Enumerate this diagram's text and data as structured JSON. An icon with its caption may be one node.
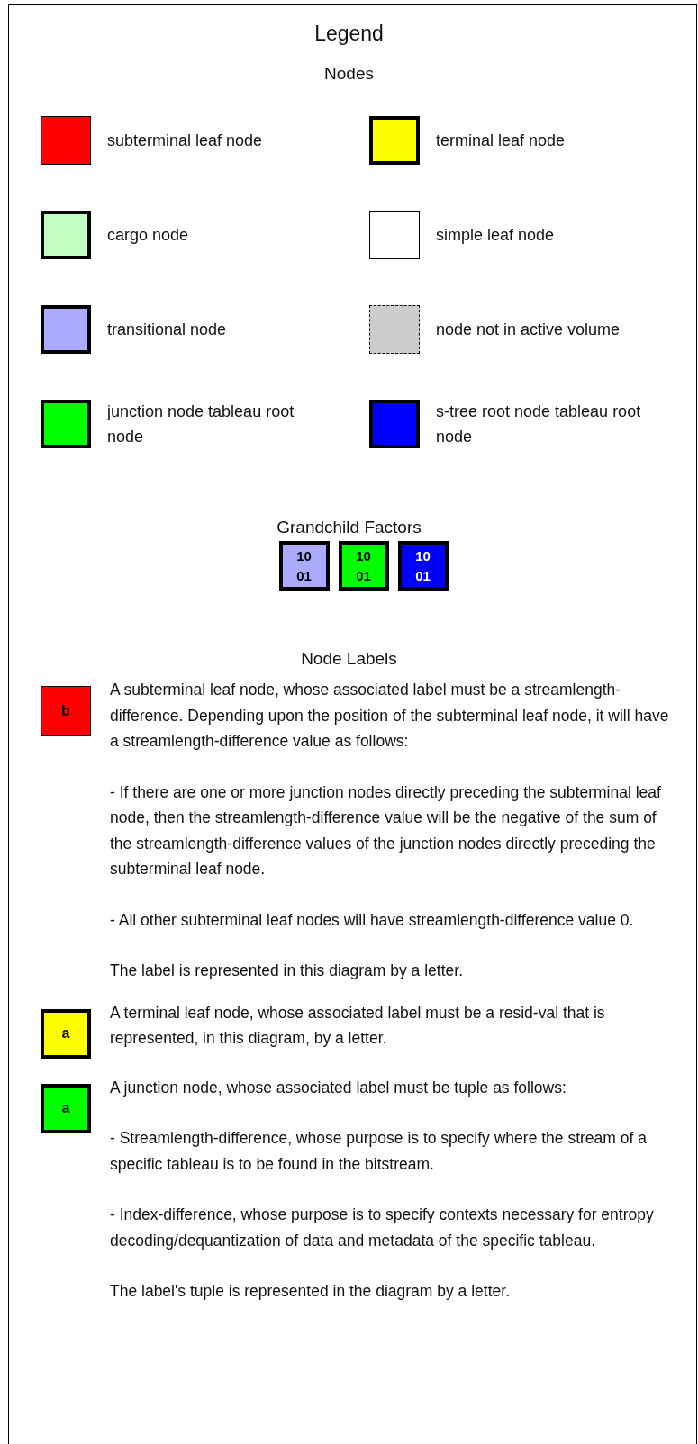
{
  "diagram": {
    "title": "Legend",
    "nodes": [
      {
        "text": [
          "10 01"
        ]
      },
      {
        "text": [
          "10 01"
        ]
      },
      {
        "text": [
          "10 01"
        ]
      },
      {
        "text": [
          "b"
        ],
        "beside": [
          "A subterminal leaf node, whose associated label must be a streamlength-difference. Depending upon the position of the subterminal leaf node, it will have a streamlength-difference value as follows:",
          "- If there are one or more junction nodes directly preceding the subterminal leaf node, then the streamlength-difference value will be the negative of the sum of the streamlength-difference values of the junction nodes directly preceding the subterminal leaf node.",
          "- All other subterminal leaf nodes will have streamlength-difference value 0.",
          "The label is represented in this diagram by a letter."
        ]
      },
      {
        "text": [
          "a"
        ],
        "beside": [
          "A terminal leaf node, whose associated label must be a resid-val that is represented, in this diagram, by a letter."
        ]
      },
      {
        "text": [
          "a"
        ],
        "beside": [
          "A junction node, whose associated label must be tuple as follows:",
          "- Streamlength-difference, whose purpose is to specify where the stream of a specific tableau is to be found in the bitstream.",
          "- Index-difference, whose purpose is to specify contexts necessary for entropy decoding/dequantization of data and metadata of the specific tableau.",
          "The label's tuple is represented in the diagram by a letter."
        ]
      }
    ],
    "labels": [
      "Nodes",
      "Grandchild Factors",
      "Node Labels"
    ],
    "legend": [
      {
        "text": "subterminal leaf node",
        "color": "#ff0000"
      },
      {
        "text": "terminal leaf node",
        "color": "#ffff00"
      },
      {
        "text": "cargo node",
        "color": "#c0ffc0"
      },
      {
        "text": "simple leaf node",
        "color": "#ffffff"
      },
      {
        "text": "transitional node",
        "color": "#aaaaff"
      },
      {
        "text": "node not in active volume",
        "color": "#cccccc"
      },
      {
        "text": "junction node tableau root node",
        "color": "#00ff00"
      },
      {
        "text": "s-tree root node tableau root node",
        "color": "#0000ff"
      }
    ]
  }
}
